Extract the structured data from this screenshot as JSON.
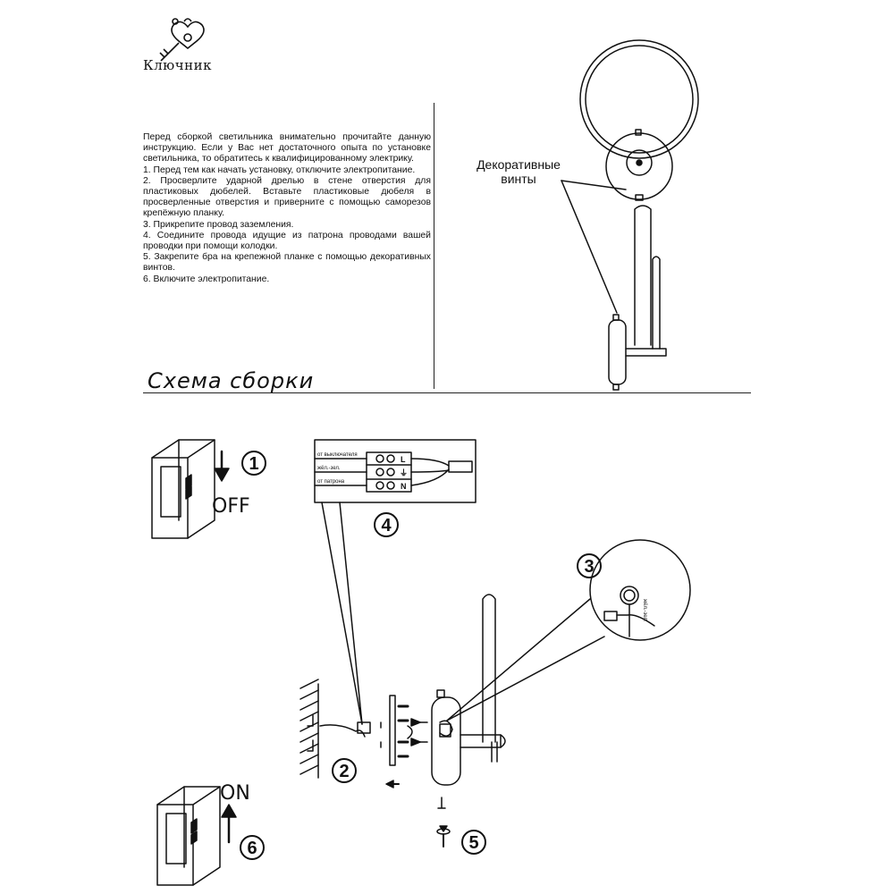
{
  "brand": {
    "name": "Ключник",
    "logo_icon": "key-heart-logo-icon"
  },
  "intro": {
    "paragraphs": [
      "Перед сборкой светильника внимательно прочитайте данную инструкцию. Если у Вас нет достаточного опыта по установке светильника, то обратитесь к квалифицированному электрику.",
      "1. Перед тем как начать установку, отключите электропитание.",
      "2. Просверлите ударной дрелью в стене отверстия для пластиковых дюбелей. Вставьте пластиковые дюбеля в просверленные отверстия и приверните с помощью саморезов крепёжную планку.",
      "3. Прикрепите провод заземления.",
      "4. Соедините провода идущие из патрона проводами вашей проводки при помощи колодки.",
      "5. Закрепите бра на крепежной планке с помощью декоративных винтов.",
      "6. Включите электропитание."
    ]
  },
  "callout": {
    "screws_label": "Декоративные винты"
  },
  "section_title": "Схема сборки",
  "switches": {
    "off_label": "OFF",
    "on_label": "ON"
  },
  "steps": {
    "s1": "1",
    "s2": "2",
    "s3": "3",
    "s4": "4",
    "s5": "5",
    "s6": "6"
  },
  "terminal_block": {
    "rows": [
      "от выключателя",
      "жёл.-зел.",
      "от патрона"
    ],
    "terminals": [
      "L",
      "⏚",
      "N"
    ]
  },
  "ground_label": "жёл.-зел."
}
